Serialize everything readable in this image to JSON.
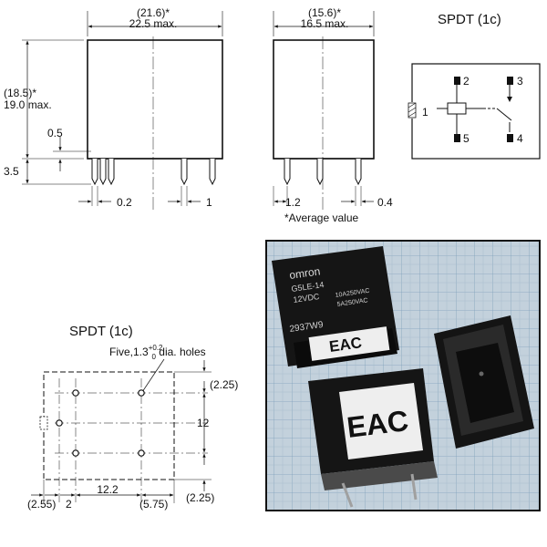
{
  "front_view": {
    "width_avg": "(21.6)*",
    "width_max": "22.5 max.",
    "height_avg": "(18.5)*",
    "height_max": "19.0 max.",
    "dim_pin_offset": "0.5",
    "dim_pin_length": "3.5",
    "dim_pin_width": "0.2",
    "dim_pin_thickness": "1"
  },
  "side_view": {
    "width_avg": "(15.6)*",
    "width_max": "16.5 max.",
    "dim_left": "1.2",
    "dim_right": "0.4",
    "footnote": "*Average value"
  },
  "schematic": {
    "title": "SPDT (1c)",
    "pins": [
      "1",
      "2",
      "3",
      "4",
      "5"
    ]
  },
  "pcb_layout": {
    "title": "SPDT (1c)",
    "holes_label": "Five,1.3",
    "tol_plus": "+0.2",
    "tol_minus": "0",
    "holes_suffix": " dia. holes",
    "dim_top": "(2.25)",
    "dim_height": "12",
    "dim_bottom": "(2.25)",
    "dim_pitch": "12.2",
    "dim_left_margin": "(2.55)",
    "dim_left_pitch": "2",
    "dim_right_margin": "(5.75)"
  },
  "photo": {
    "brand": "omron",
    "model": "G5LE-14",
    "voltage": "12VDC",
    "rating1": "10A250VAC",
    "rating2": "5A250VAC",
    "lot": "2937W9",
    "mark": "EAC"
  }
}
